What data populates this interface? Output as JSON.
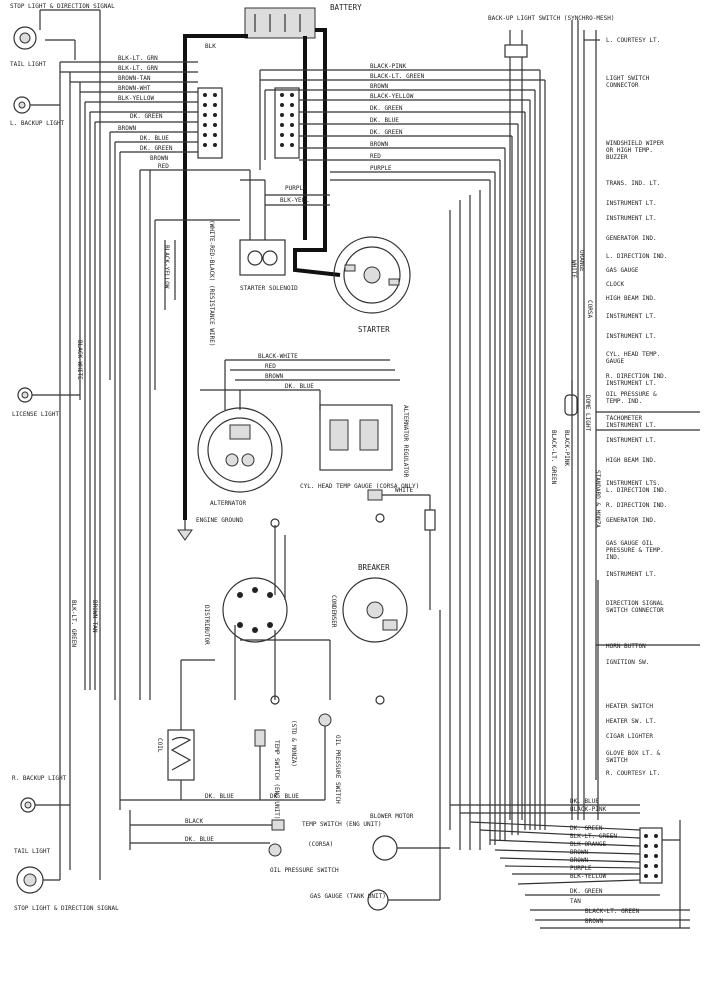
{
  "components": {
    "battery": "BATTERY",
    "backup_switch": "BACK-UP LIGHT SWITCH (SYNCHRO-MESH)",
    "tail_light_lt": "TAIL LIGHT",
    "stop_light_lt": "STOP LIGHT & DIRECTION SIGNAL",
    "l_backup": "L. BACKUP LIGHT",
    "license": "LICENSE LIGHT",
    "r_backup": "R. BACKUP LIGHT",
    "tail_light_rt": "TAIL LIGHT",
    "stop_light_rt": "STOP LIGHT & DIRECTION SIGNAL",
    "starter_solenoid": "STARTER SOLENOID",
    "starter": "STARTER",
    "resistance_wire": "(WHITE-RED-BLACK) (RESISTANCE WIRE)",
    "alternator": "ALTERNATOR",
    "alt_regulator": "ALTERNATOR REGULATOR",
    "engine_ground": "ENGINE GROUND",
    "cyl_head_gauge": "CYL. HEAD TEMP GAUGE (CORSA ONLY)",
    "breaker": "BREAKER",
    "condenser": "CONDENSER",
    "distributor": "DISTRIBUTOR",
    "coil": "COIL",
    "temp_switch_a": "TEMP SWITCH (ENG UNIT)",
    "std_monza": "(STD & MONZA)",
    "oil_pressure_sw": "OIL PRESSURE SWITCH",
    "temp_switch_b": "TEMP SWITCH (ENG UNIT)",
    "corsa": "(CORSA)",
    "oil_pressure_sw2": "OIL PRESSURE SWITCH",
    "blower_motor": "BLOWER MOTOR",
    "gas_gauge_tank": "GAS GAUGE (TANK UNIT)",
    "dome_light": "DOME LIGHT",
    "std_monza_side": "STANDARD & MONZA",
    "corsa_side": "CORSA"
  },
  "right_labels": [
    "L. COURTESY LT.",
    "LIGHT SWITCH CONNECTOR",
    "WINDSHIELD WIPER OR HIGH TEMP. BUZZER",
    "TRANS. IND. LT.",
    "INSTRUMENT LT.",
    "INSTRUMENT LT.",
    "GENERATOR IND.",
    "L. DIRECTION IND.",
    "GAS GAUGE",
    "CLOCK",
    "HIGH BEAM IND.",
    "INSTRUMENT LT.",
    "INSTRUMENT LT.",
    "CYL. HEAD TEMP. GAUGE",
    "R. DIRECTION IND. INSTRUMENT LT.",
    "OIL PRESSURE & TEMP. IND.",
    "TACHOMETER INSTRUMENT LT.",
    "INSTRUMENT LT.",
    "HIGH BEAM IND.",
    "INSTRUMENT LTS. L. DIRECTION IND.",
    "R. DIRECTION IND.",
    "GENERATOR IND.",
    "GAS GAUGE OIL PRESSURE & TEMP. IND.",
    "INSTRUMENT LT.",
    "DIRECTION SIGNAL SWITCH CONNECTOR",
    "HORN BUTTON",
    "IGNITION SW.",
    "HEATER SWITCH",
    "HEATER SW. LT.",
    "CIGAR LIGHTER",
    "GLOVE BOX LT. & SWITCH",
    "R. COURTESY LT."
  ],
  "wire_labels_top_left": [
    "BLK-LT. GRN",
    "BLK-LT. GRN",
    "BROWN-TAN",
    "BROWN-WHT",
    "BLK-YELLOW",
    "DK. GREEN",
    "BROWN",
    "DK. BLUE",
    "DK. GREEN",
    "BROWN",
    "RED"
  ],
  "wire_labels_top_right": [
    "BLACK-PINK",
    "BLACK-LT. GREEN",
    "BROWN",
    "BLACK-YELLOW",
    "DK. GREEN",
    "DK. BLUE",
    "DK. GREEN",
    "BROWN",
    "RED",
    "PURPLE"
  ],
  "wire_labels_misc": {
    "blk": "BLK",
    "black_white": "BLACK-WHITE",
    "red": "RED",
    "brown": "BROWN",
    "dk_blue": "DK. BLUE",
    "purple": "PURPLE",
    "blk_yell": "BLK-YELL",
    "white": "WHITE",
    "black": "BLACK",
    "black_yellow": "BLACK-YELLOW",
    "black_white_v": "BLACK-WHITE",
    "blk_lt_green": "BLK-LT. GREEN",
    "brown_tan": "BROWN-TAN",
    "black_lt_green_v": "BLACK-LT. GREEN",
    "black_pink_v": "BLACK-PINK",
    "orange": "ORANGE",
    "white_v": "WHITE"
  },
  "wire_labels_bottom_right": [
    "DK. BLUE",
    "BLACK-PINK",
    "DK. GREEN",
    "BLK-LT. GREEN",
    "BLK-ORANGE",
    "BROWN",
    "BROWN",
    "PURPLE",
    "BLK-YELLOW",
    "DK. GREEN",
    "TAN",
    "BLACK-LT. GREEN",
    "BROWN"
  ]
}
